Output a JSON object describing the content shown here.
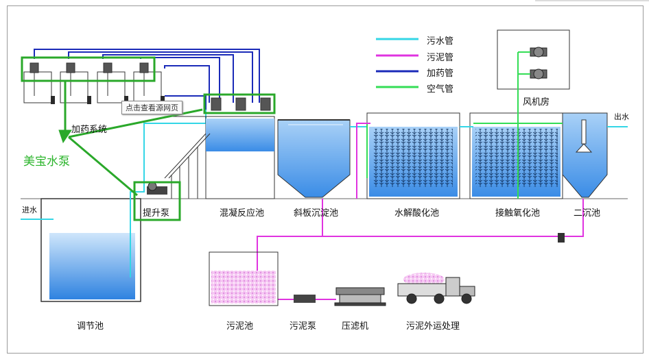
{
  "legend": {
    "items": [
      {
        "label": "污水管",
        "color": "#33d6e6"
      },
      {
        "label": "污泥管",
        "color": "#e033e0"
      },
      {
        "label": "加药管",
        "color": "#1a2ab8"
      },
      {
        "label": "空气管",
        "color": "#33dd55"
      }
    ]
  },
  "labels": {
    "blower_room": "风机房",
    "dosing_system": "加药系统",
    "outlet": "出水",
    "inlet": "进水",
    "lift_pump": "提升泵",
    "coag_tank": "混凝反应池",
    "inclined_settler": "斜板沉淀池",
    "hydrolysis_tank": "水解酸化池",
    "contact_oxidation": "接触氧化池",
    "secondary_settler": "二沉池",
    "equalization_tank": "调节池",
    "sludge_tank": "污泥池",
    "sludge_pump": "污泥泵",
    "filter_press": "压滤机",
    "sludge_transport": "污泥外运处理"
  },
  "overlay": {
    "brand": "美宝水泵",
    "tooltip": "点击查看源网页",
    "highlight_color": "#2aa82a"
  },
  "colors": {
    "water": "#3d8ee8",
    "water_light": "#cfe6fb",
    "sewage_pipe": "#33d6e6",
    "sludge_pipe": "#e033e0",
    "dosing_pipe": "#1a2ab8",
    "air_pipe": "#33dd55",
    "sludge": "#f2b8ef"
  }
}
